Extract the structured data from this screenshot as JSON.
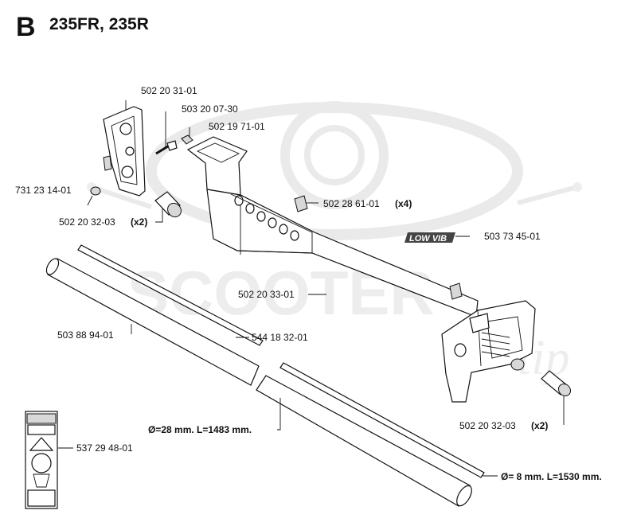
{
  "header": {
    "section_letter": "B",
    "models": "235FR, 235R"
  },
  "watermark": {
    "text": "SCOOTER",
    "script_text": "tip"
  },
  "callouts": [
    {
      "id": "c1",
      "part_no": "502 20 31-01",
      "qty": ""
    },
    {
      "id": "c2",
      "part_no": "503 20 07-30",
      "qty": ""
    },
    {
      "id": "c3",
      "part_no": "502 19 71-01",
      "qty": ""
    },
    {
      "id": "c4",
      "part_no": "731 23 14-01",
      "qty": ""
    },
    {
      "id": "c5",
      "part_no": "502 20 32-03",
      "qty": "(x2)"
    },
    {
      "id": "c6",
      "part_no": "502 28 61-01",
      "qty": "(x4)"
    },
    {
      "id": "c7",
      "part_no": "503 73 45-01",
      "qty": ""
    },
    {
      "id": "c8",
      "part_no": "502 20 33-01",
      "qty": ""
    },
    {
      "id": "c9",
      "part_no": "503 88 94-01",
      "qty": ""
    },
    {
      "id": "c10",
      "part_no": "544 18 32-01",
      "qty": ""
    },
    {
      "id": "c11",
      "part_no": "502 20 32-03",
      "qty": "(x2)"
    },
    {
      "id": "c12",
      "part_no": "537 29 48-01",
      "qty": ""
    }
  ],
  "dimensions": [
    {
      "id": "d1",
      "text": "Ø=28 mm. L=1483 mm."
    },
    {
      "id": "d2",
      "text": "Ø= 8 mm. L=1530 mm."
    }
  ],
  "low_vib_decal_text": "LOW VIB"
}
